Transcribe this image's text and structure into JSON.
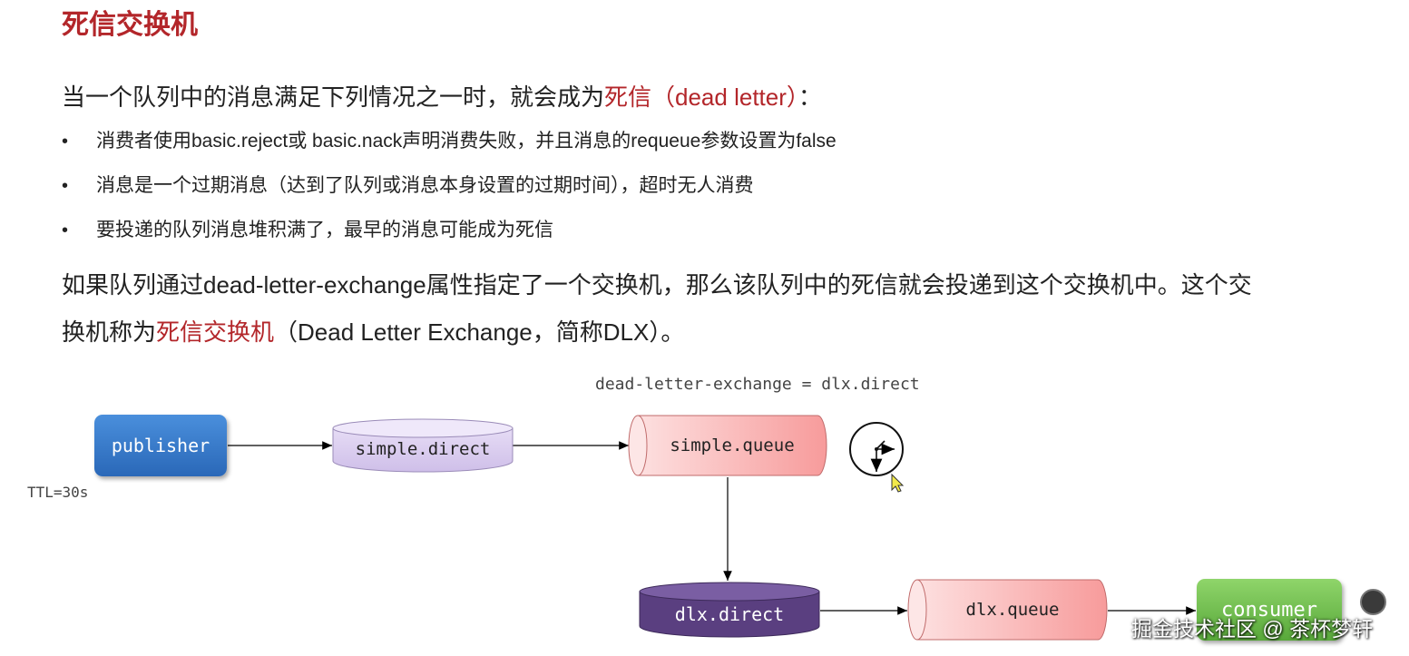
{
  "title": "死信交换机",
  "intro": {
    "text": "当一个队列中的消息满足下列情况之一时，就会成为",
    "highlight": "死信（dead letter）",
    "suffix": "："
  },
  "bullets": [
    "消费者使用basic.reject或 basic.nack声明消费失败，并且消息的requeue参数设置为false",
    "消息是一个过期消息（达到了队列或消息本身设置的过期时间），超时无人消费",
    "要投递的队列消息堆积满了，最早的消息可能成为死信"
  ],
  "paragraph": {
    "line1": "如果队列通过dead-letter-exchange属性指定了一个交换机，那么该队列中的死信就会投递到这个交换机中。这个交",
    "line2_prefix": "换机称为",
    "line2_highlight": "死信交换机",
    "line2_suffix": "（Dead Letter Exchange，简称DLX）。"
  },
  "diagram": {
    "dlx_config_label": "dead-letter-exchange = dlx.direct",
    "ttl_label": "TTL=30s",
    "publisher": "publisher",
    "simple_direct": "simple.direct",
    "simple_queue": "simple.queue",
    "dlx_direct": "dlx.direct",
    "dlx_queue": "dlx.queue",
    "consumer": "consumer"
  },
  "watermark": "掘金技术社区 @ 茶杯梦轩",
  "colors": {
    "accent_red": "#b3262a",
    "publisher_blue": "#2a68b8",
    "exchange_purple": "#d9ccef",
    "dlx_purple": "#5a3f80",
    "queue_pink": "#f9a8a8",
    "consumer_green": "#58a83a"
  }
}
